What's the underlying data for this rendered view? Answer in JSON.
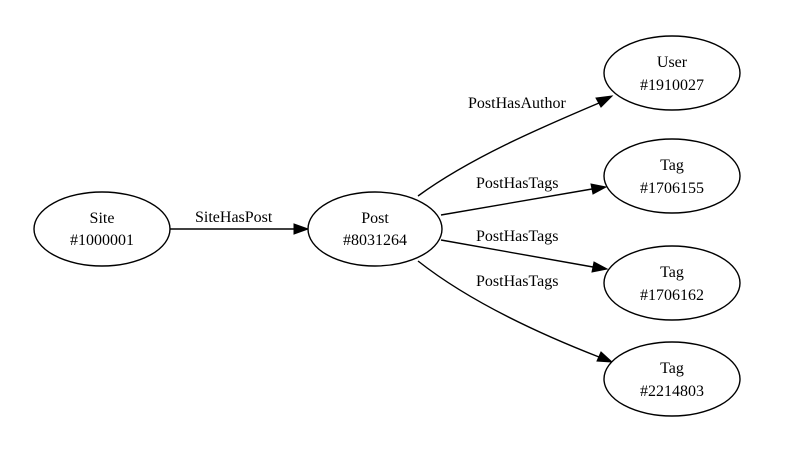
{
  "nodes": {
    "site": {
      "type": "Site",
      "id": "#1000001"
    },
    "post": {
      "type": "Post",
      "id": "#8031264"
    },
    "user": {
      "type": "User",
      "id": "#1910027"
    },
    "tag1": {
      "type": "Tag",
      "id": "#1706155"
    },
    "tag2": {
      "type": "Tag",
      "id": "#1706162"
    },
    "tag3": {
      "type": "Tag",
      "id": "#2214803"
    }
  },
  "edges": {
    "site_post": {
      "label": "SiteHasPost"
    },
    "post_user": {
      "label": "PostHasAuthor"
    },
    "post_tag1": {
      "label": "PostHasTags"
    },
    "post_tag2": {
      "label": "PostHasTags"
    },
    "post_tag3": {
      "label": "PostHasTags"
    }
  },
  "colors": {
    "stroke": "#000000",
    "background": "#ffffff"
  }
}
